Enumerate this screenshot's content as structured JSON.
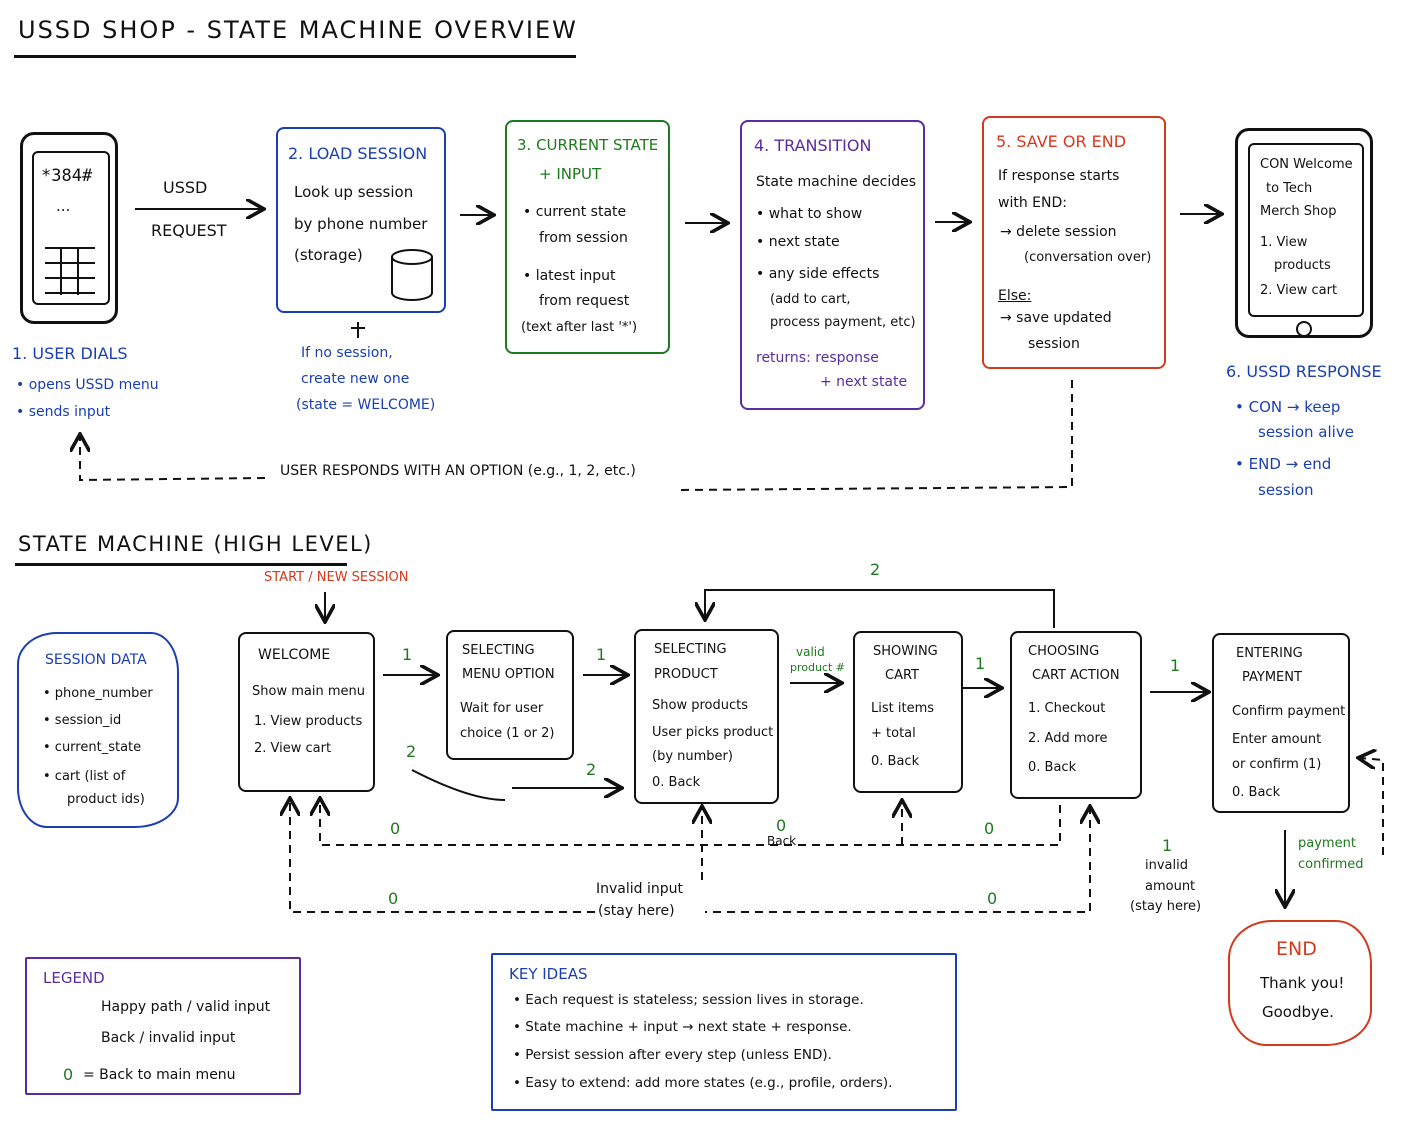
{
  "title": "USSD SHOP - STATE MACHINE OVERVIEW",
  "top": {
    "phone1": {
      "code": "*384#",
      "dots": "..."
    },
    "ussd_request": [
      "USSD",
      "REQUEST"
    ],
    "step1": {
      "heading": "1. USER DIALS",
      "items": [
        "• opens USSD menu",
        "• sends input"
      ]
    },
    "step2": {
      "heading": "2. LOAD SESSION",
      "lines": [
        "Look up session",
        "by phone number",
        "(storage)"
      ],
      "note": [
        "If no session,",
        "create new one",
        "(state = WELCOME)"
      ]
    },
    "step3": {
      "heading": [
        "3. CURRENT STATE",
        "+ INPUT"
      ],
      "lines": [
        "• current state",
        "from session",
        "• latest input",
        "from request",
        "(text after last '*')"
      ]
    },
    "step4": {
      "heading": "4. TRANSITION",
      "lines": [
        "State machine decides",
        "• what to show",
        "• next state",
        "• any side effects",
        "(add to cart,",
        "process payment, etc)"
      ],
      "returns": [
        "returns: response",
        "+ next state"
      ]
    },
    "step5": {
      "heading": "5. SAVE OR END",
      "lines": [
        "If response starts",
        "with END:",
        "→ delete session",
        "(conversation over)",
        "Else:",
        "→ save updated",
        "session"
      ]
    },
    "phone2": {
      "lines": [
        "CON Welcome",
        "to Tech",
        "Merch Shop",
        "1. View",
        "products",
        "2. View cart"
      ]
    },
    "step6": {
      "heading": "6. USSD RESPONSE",
      "items": [
        "• CON → keep",
        "session alive",
        "• END → end",
        "session"
      ]
    },
    "loop_label": "USER RESPONDS WITH AN OPTION (e.g., 1, 2, etc.)"
  },
  "sm_title": "STATE MACHINE (HIGH LEVEL)",
  "start_label": "START / NEW SESSION",
  "session_data": {
    "heading": "SESSION DATA",
    "items": [
      "• phone_number",
      "• session_id",
      "• current_state",
      "• cart (list of",
      "product ids)"
    ]
  },
  "states": {
    "welcome": {
      "title": "WELCOME",
      "lines": [
        "Show main menu",
        "1. View products",
        "2. View cart"
      ]
    },
    "selecting_menu": {
      "title": [
        "SELECTING",
        "MENU OPTION"
      ],
      "lines": [
        "Wait for user",
        "choice (1 or 2)"
      ]
    },
    "selecting_product": {
      "title": [
        "SELECTING",
        "PRODUCT"
      ],
      "lines": [
        "Show products",
        "User picks product",
        "(by number)",
        "0. Back"
      ]
    },
    "showing_cart": {
      "title": [
        "SHOWING",
        "CART"
      ],
      "lines": [
        "List items",
        "+ total",
        "0. Back"
      ]
    },
    "choosing_cart": {
      "title": [
        "CHOOSING",
        "CART ACTION"
      ],
      "lines": [
        "1. Checkout",
        "2. Add more",
        "0. Back"
      ]
    },
    "entering_payment": {
      "title": [
        "ENTERING",
        "PAYMENT"
      ],
      "lines": [
        "Confirm payment",
        "Enter amount",
        "or confirm (1)",
        "0. Back"
      ]
    },
    "end": {
      "title": "END",
      "lines": [
        "Thank you!",
        "Goodbye."
      ]
    }
  },
  "edge_labels": {
    "one_a": "1",
    "one_b": "1",
    "valid": [
      "valid",
      "product #"
    ],
    "one_c": "1",
    "one_d": "1",
    "two_top": "2",
    "two_a": "2",
    "two_b": "2",
    "zero_a": "0",
    "zero_b": "0",
    "zero_c": "0",
    "zero_d": "0",
    "zero_e": "0",
    "back": "Back",
    "invalid_input": [
      "Invalid input",
      "(stay here)"
    ],
    "invalid_amount": [
      "1",
      "invalid",
      "amount",
      "(stay here)"
    ],
    "payment_confirmed": [
      "payment",
      "confirmed"
    ]
  },
  "legend": {
    "heading": "LEGEND",
    "happy": "Happy path / valid input",
    "back": "Back / invalid input",
    "zero_symbol": "0",
    "zero_text": "= Back to main menu"
  },
  "key_ideas": {
    "heading": "KEY IDEAS",
    "items": [
      "• Each request is stateless; session lives in storage.",
      "• State machine + input → next state + response.",
      "• Persist session after every step (unless END).",
      "• Easy to extend: add more states (e.g., profile, orders)."
    ]
  },
  "colors": {
    "blue": "#1a3fb0",
    "green": "#1e7a1e",
    "purple": "#5a2ca0",
    "red": "#d23a1e",
    "ink": "#111111"
  }
}
